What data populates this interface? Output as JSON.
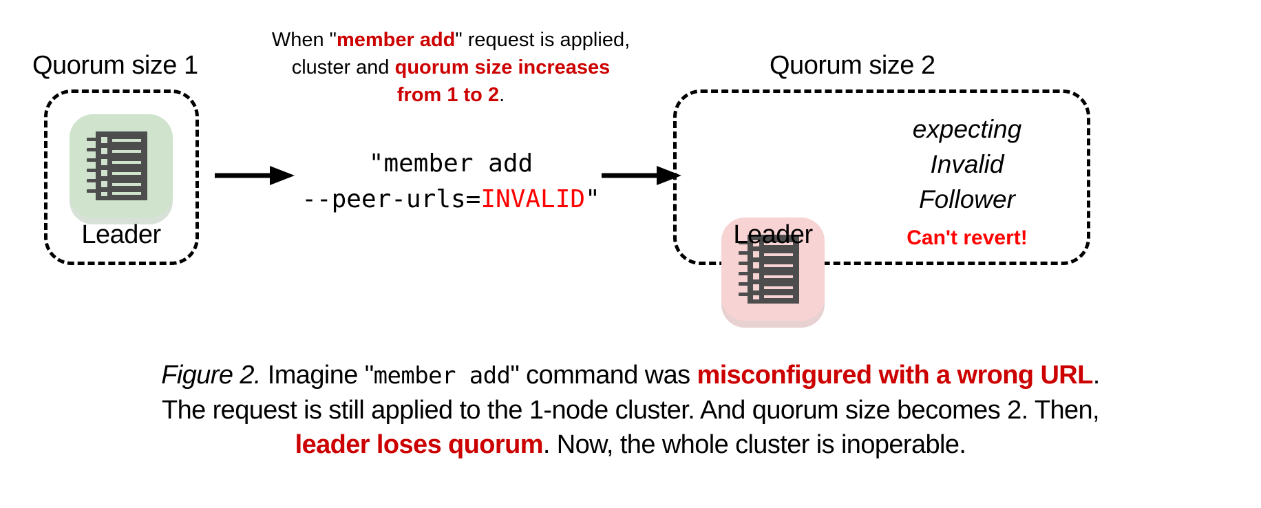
{
  "figure": {
    "left_cluster": {
      "quorum_label": "Quorum size 1",
      "node_label": "Leader",
      "node_state": "healthy",
      "plate_color": "#cfe3cd",
      "plate_shadow_color": "#a8bda6",
      "icon_name": "server-rack-icon"
    },
    "right_cluster": {
      "quorum_label": "Quorum size 2",
      "node_label": "Leader",
      "node_state": "degraded",
      "plate_color": "#f8d3d3",
      "plate_shadow_color": "#c99a9a",
      "icon_name": "server-rack-icon",
      "status_lines": [
        "expecting",
        "Invalid",
        "Follower"
      ],
      "alert": "Can't revert!",
      "alert_color": "#ff0000"
    },
    "top_note": {
      "line1_a": "When \"",
      "line1_b": "member add",
      "line1_c": "\" request is applied,",
      "line2_a": "cluster and ",
      "line2_b": "quorum size increases",
      "line3_a": "from 1 to 2",
      "line3_b": "."
    },
    "command": {
      "line1": "\"member add",
      "line2_a": "--peer-urls=",
      "line2_b": "INVALID",
      "line2_c": "\"",
      "invalid_color": "#ff0000"
    },
    "arrows": {
      "left_arrow_name": "arrow-left-to-command",
      "right_arrow_name": "arrow-command-to-right"
    },
    "caption": {
      "fig_num": "Figure 2.",
      "seg1": " Imagine \"",
      "cmd": "member add",
      "seg2": "\" command was ",
      "highlight1": "misconfigured with a wrong URL",
      "seg3": ".",
      "line2": "The request is still applied to the 1-node cluster. And quorum size becomes 2. Then,",
      "highlight2": "leader loses quorum",
      "seg4": ". Now, the whole cluster is inoperable."
    },
    "colors": {
      "accent_red": "#cc0000",
      "alert_red": "#ff0000",
      "icon_body": "#4d4d4d",
      "text": "#000000"
    }
  }
}
